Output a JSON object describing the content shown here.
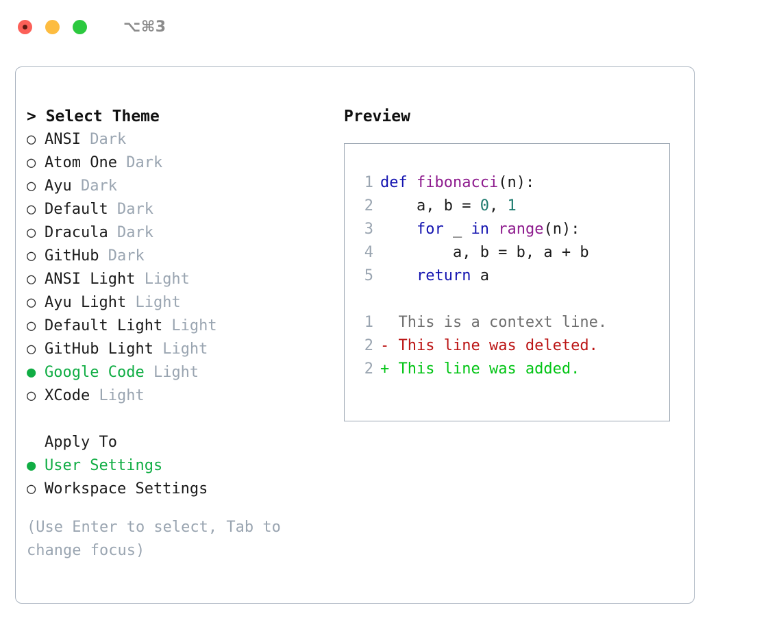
{
  "window": {
    "shortcut_label": "⌥⌘3",
    "traffic_lights": [
      "close-red",
      "minimize-yellow",
      "maximize-green"
    ]
  },
  "theme_picker": {
    "header": "> Select Theme",
    "bullet_unselected": "○",
    "bullet_selected": "●",
    "options": [
      {
        "bullet": "○",
        "label": "ANSI",
        "suffix": "Dark",
        "selected": false
      },
      {
        "bullet": "○",
        "label": "Atom One",
        "suffix": "Dark",
        "selected": false
      },
      {
        "bullet": "○",
        "label": "Ayu",
        "suffix": "Dark",
        "selected": false
      },
      {
        "bullet": "○",
        "label": "Default",
        "suffix": "Dark",
        "selected": false
      },
      {
        "bullet": "○",
        "label": "Dracula",
        "suffix": "Dark",
        "selected": false
      },
      {
        "bullet": "○",
        "label": "GitHub",
        "suffix": "Dark",
        "selected": false
      },
      {
        "bullet": "○",
        "label": "ANSI Light",
        "suffix": "Light",
        "selected": false
      },
      {
        "bullet": "○",
        "label": "Ayu Light",
        "suffix": "Light",
        "selected": false
      },
      {
        "bullet": "○",
        "label": "Default Light",
        "suffix": "Light",
        "selected": false
      },
      {
        "bullet": "○",
        "label": "GitHub Light",
        "suffix": "Light",
        "selected": false
      },
      {
        "bullet": "●",
        "label": "Google Code",
        "suffix": "Light",
        "selected": true
      },
      {
        "bullet": "○",
        "label": "XCode",
        "suffix": "Light",
        "selected": false
      }
    ]
  },
  "apply_to": {
    "header": "Apply To",
    "options": [
      {
        "bullet": "●",
        "label": "User Settings",
        "selected": true
      },
      {
        "bullet": "○",
        "label": "Workspace Settings",
        "selected": false
      }
    ]
  },
  "hint": "(Use Enter to select, Tab to change focus)",
  "preview": {
    "title": "Preview",
    "code_lines": [
      {
        "num": "1",
        "segments": [
          {
            "t": "def ",
            "c": "kw"
          },
          {
            "t": "fibonacci",
            "c": "fn"
          },
          {
            "t": "(n):",
            "c": "pl"
          }
        ]
      },
      {
        "num": "2",
        "segments": [
          {
            "t": "    a, b = ",
            "c": "pl"
          },
          {
            "t": "0",
            "c": "num"
          },
          {
            "t": ", ",
            "c": "pl"
          },
          {
            "t": "1",
            "c": "num"
          }
        ]
      },
      {
        "num": "3",
        "segments": [
          {
            "t": "    ",
            "c": "pl"
          },
          {
            "t": "for",
            "c": "kw"
          },
          {
            "t": " _ ",
            "c": "pl"
          },
          {
            "t": "in",
            "c": "kw"
          },
          {
            "t": " ",
            "c": "pl"
          },
          {
            "t": "range",
            "c": "fn"
          },
          {
            "t": "(n):",
            "c": "pl"
          }
        ]
      },
      {
        "num": "4",
        "segments": [
          {
            "t": "        a, b = b, a + b",
            "c": "pl"
          }
        ]
      },
      {
        "num": "5",
        "segments": [
          {
            "t": "    ",
            "c": "pl"
          },
          {
            "t": "return",
            "c": "kw"
          },
          {
            "t": " a",
            "c": "pl"
          }
        ]
      }
    ],
    "diff_lines": [
      {
        "num": "1",
        "marker": "  ",
        "text": "This is a context line.",
        "kind": "ctx"
      },
      {
        "num": "2",
        "marker": "- ",
        "text": "This line was deleted.",
        "kind": "del"
      },
      {
        "num": "2",
        "marker": "+ ",
        "text": "This line was added.",
        "kind": "add"
      }
    ]
  },
  "colors": {
    "accent_green": "#10ad44",
    "muted": "#9aa5b1",
    "keyword": "#1414b0",
    "function": "#8d1a8d",
    "number": "#1d7a6e",
    "diff_delete": "#bb1414",
    "diff_add": "#00c413",
    "border": "#aab4c0"
  }
}
